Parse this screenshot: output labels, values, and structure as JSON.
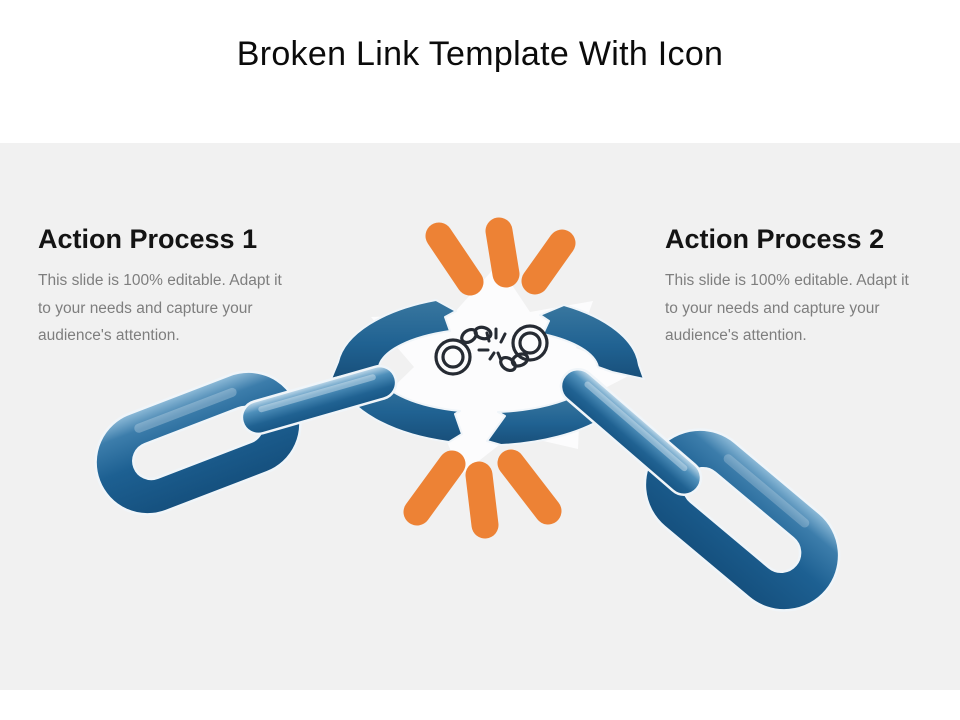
{
  "slide": {
    "title": "Broken Link Template With Icon",
    "band_color": "#f1f1f1"
  },
  "panels": {
    "left": {
      "heading": "Action Process 1",
      "line1": "This slide is 100% editable. Adapt it",
      "line2": "to your needs and capture your",
      "line3": "audience's attention."
    },
    "right": {
      "heading": "Action Process 2",
      "line1": "This slide is 100% editable. Adapt it",
      "line2": "to your needs and capture your",
      "line3": "audience's attention."
    }
  },
  "graphic": {
    "description": "Blue glossy chain snapping apart in the middle with white burst, orange impact rays and a broken-shackle outline icon",
    "icons": [
      "broken-chain-icon",
      "chain-link",
      "chain-bar-link",
      "impact-ray",
      "burst-star"
    ],
    "colors": {
      "chain_blue": "#1d5f90",
      "chain_blue_dark": "#15507e",
      "chain_highlight": "#8fbcd9",
      "ray_orange": "#ED8235",
      "burst_white": "#fcfcfd",
      "icon_dark": "#262b33",
      "band_gray": "#f1f1f1",
      "title_black": "#0b0b0b",
      "body_gray": "#7e7e7e"
    }
  }
}
